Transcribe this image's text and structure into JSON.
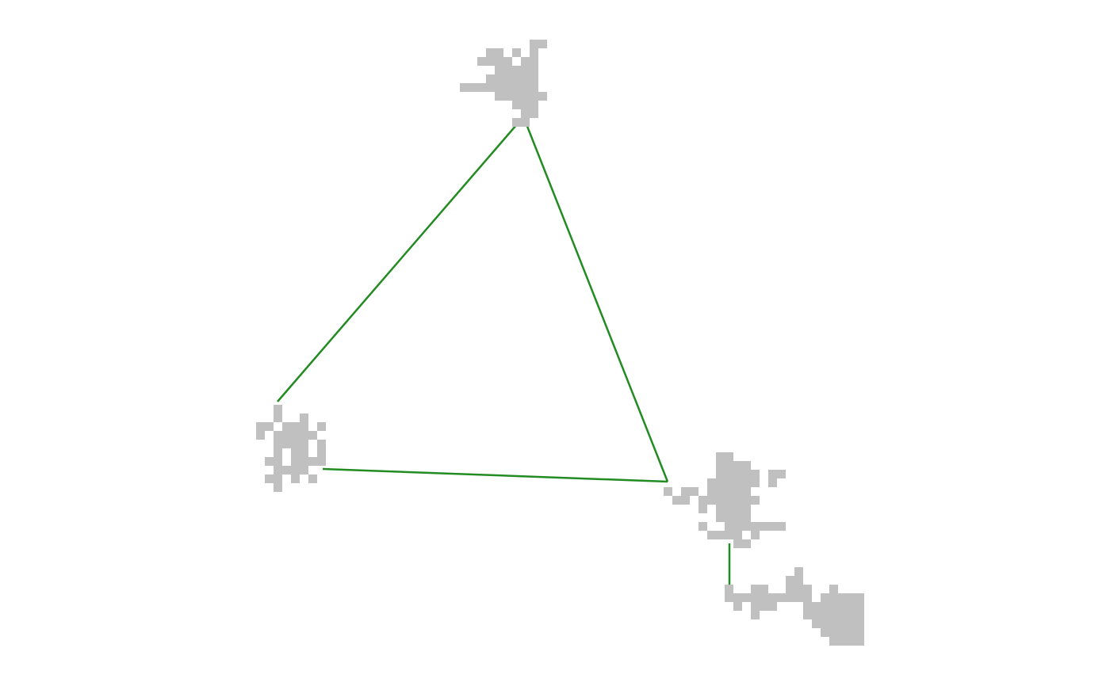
{
  "colors": {
    "background": "#ffffff",
    "edge": "#228b22",
    "node": "#c0c0c0"
  },
  "nodes": [
    {
      "id": "node-top"
    },
    {
      "id": "node-left"
    },
    {
      "id": "node-right"
    },
    {
      "id": "node-bottom-right"
    }
  ],
  "edges": [
    {
      "from": "node-top",
      "to": "node-left"
    },
    {
      "from": "node-top",
      "to": "node-right"
    },
    {
      "from": "node-left",
      "to": "node-right"
    },
    {
      "from": "node-right",
      "to": "node-bottom-right"
    }
  ]
}
